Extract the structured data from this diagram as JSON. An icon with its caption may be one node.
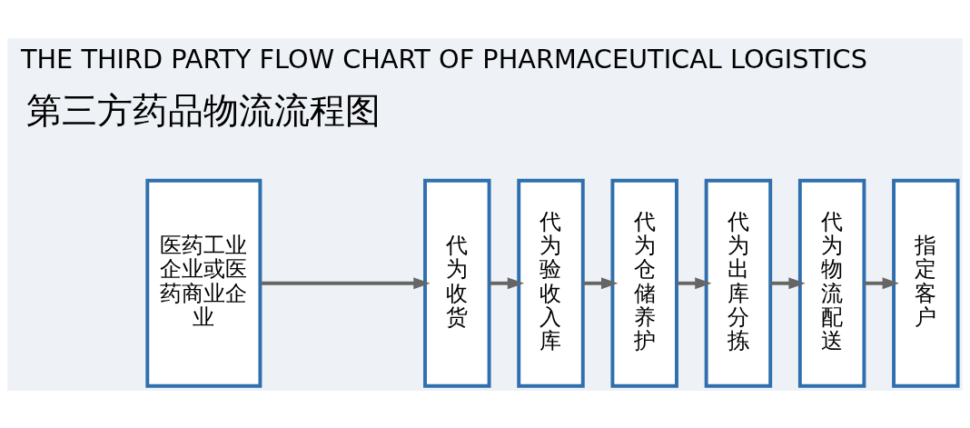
{
  "diagram": {
    "title": "THE THIRD PARTY FLOW CHART OF PHARMACEUTICAL LOGISTICS",
    "nodes": [
      {
        "text": [
          "医药工业企业或医药商业企业"
        ]
      },
      {
        "text": [
          "代为收货"
        ]
      },
      {
        "text": [
          "代为验收入库"
        ]
      },
      {
        "text": [
          "代为仓储养护"
        ]
      },
      {
        "text": [
          "代为出库分拣"
        ]
      },
      {
        "text": [
          "代为物流配送"
        ]
      },
      {
        "text": [
          "指定客户"
        ]
      }
    ],
    "edges": [
      {
        "from": 0,
        "to": 1,
        "arrow": "to"
      },
      {
        "from": 1,
        "to": 2,
        "arrow": "to"
      },
      {
        "from": 2,
        "to": 3,
        "arrow": "to"
      },
      {
        "from": 3,
        "to": 4,
        "arrow": "to"
      },
      {
        "from": 4,
        "to": 5,
        "arrow": "to"
      },
      {
        "from": 5,
        "to": 6,
        "arrow": "to"
      }
    ],
    "labels": [
      "第三方药品物流流程图"
    ]
  }
}
